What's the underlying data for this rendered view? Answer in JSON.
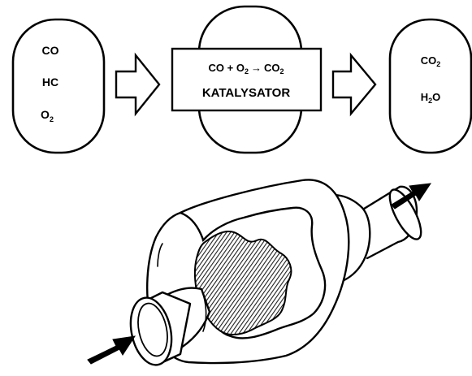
{
  "input_gases": {
    "line1": "CO",
    "line2": "HC",
    "line3_base": "O",
    "line3_sub": "2"
  },
  "reaction": {
    "lhs": "CO + O",
    "lhs_sub": "2",
    "arrow": "→",
    "rhs": "CO",
    "rhs_sub": "2",
    "name": "KATALYSATOR"
  },
  "output_gases": {
    "line1_base": "CO",
    "line1_sub": "2",
    "line2_a": "H",
    "line2_sub": "2",
    "line2_b": "O"
  },
  "icons": {
    "flow_arrow": "hollow-right-arrow-icon",
    "gas_arrow": "filled-diagonal-arrow-icon"
  },
  "colors": {
    "ink": "#000000",
    "background": "#ffffff",
    "hatch": "#2a2a2a"
  }
}
